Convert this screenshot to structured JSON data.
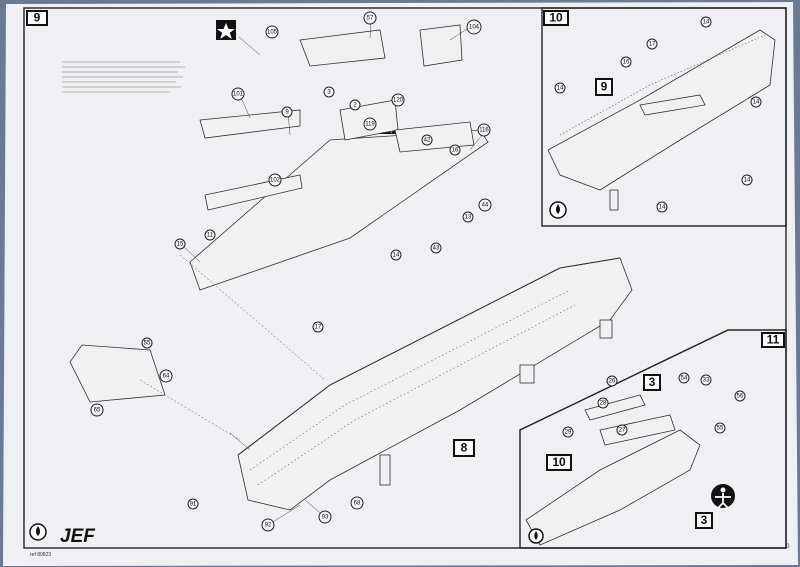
{
  "sheet": {
    "step_main": "9",
    "step_top_right": "10",
    "step_bottom_right": "11",
    "hull_part": "8",
    "ref_step_9": "9",
    "ref_step_10": "10",
    "ref_step_3a": "3",
    "ref_step_3b": "3",
    "signature": "JEF",
    "catalog_ref": "ref 80823",
    "page_corner": "0"
  },
  "main_callouts": [
    "57",
    "104",
    "105",
    "101",
    "9",
    "3",
    "2",
    "119",
    "120",
    "116",
    "102",
    "11",
    "13",
    "14",
    "15",
    "16",
    "17",
    "44",
    "43",
    "42",
    "55",
    "64",
    "65",
    "68",
    "91",
    "92",
    "93"
  ],
  "top_right_callouts": [
    "14",
    "14",
    "17",
    "14",
    "14",
    "14",
    "16"
  ],
  "bottom_right_callouts": [
    "26",
    "27",
    "28",
    "29",
    "33",
    "54",
    "55",
    "56"
  ],
  "colors": {
    "paper": "#eef0f3",
    "ink": "#1a1a1a",
    "background": "#6a7a94"
  }
}
